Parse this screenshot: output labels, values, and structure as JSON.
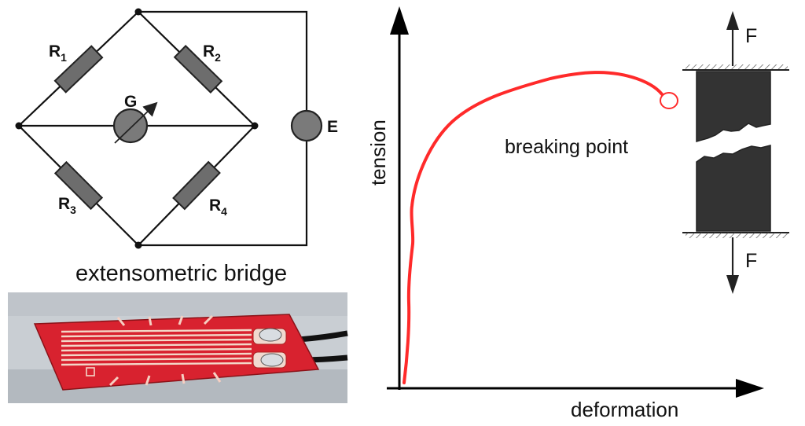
{
  "bridge": {
    "resistor_labels": [
      {
        "main": "R",
        "sub": "1"
      },
      {
        "main": "R",
        "sub": "2"
      },
      {
        "main": "R",
        "sub": "3"
      },
      {
        "main": "R",
        "sub": "4"
      }
    ],
    "galvanometer_label": "G",
    "source_label": "E",
    "caption": "extensometric bridge"
  },
  "strain_gauge_photo": {
    "description_icon": "strain-gauge-photo",
    "colors": {
      "film": "#d8222f",
      "background": "#c9ced3",
      "grid": "#f3d7c8"
    }
  },
  "graph": {
    "y_label": "tension",
    "x_label": "deformation",
    "annotation": "breaking point",
    "curve_color": "#ff2a2a"
  },
  "specimen": {
    "force_top": "F",
    "force_bottom": "F",
    "body_color": "#333333"
  }
}
